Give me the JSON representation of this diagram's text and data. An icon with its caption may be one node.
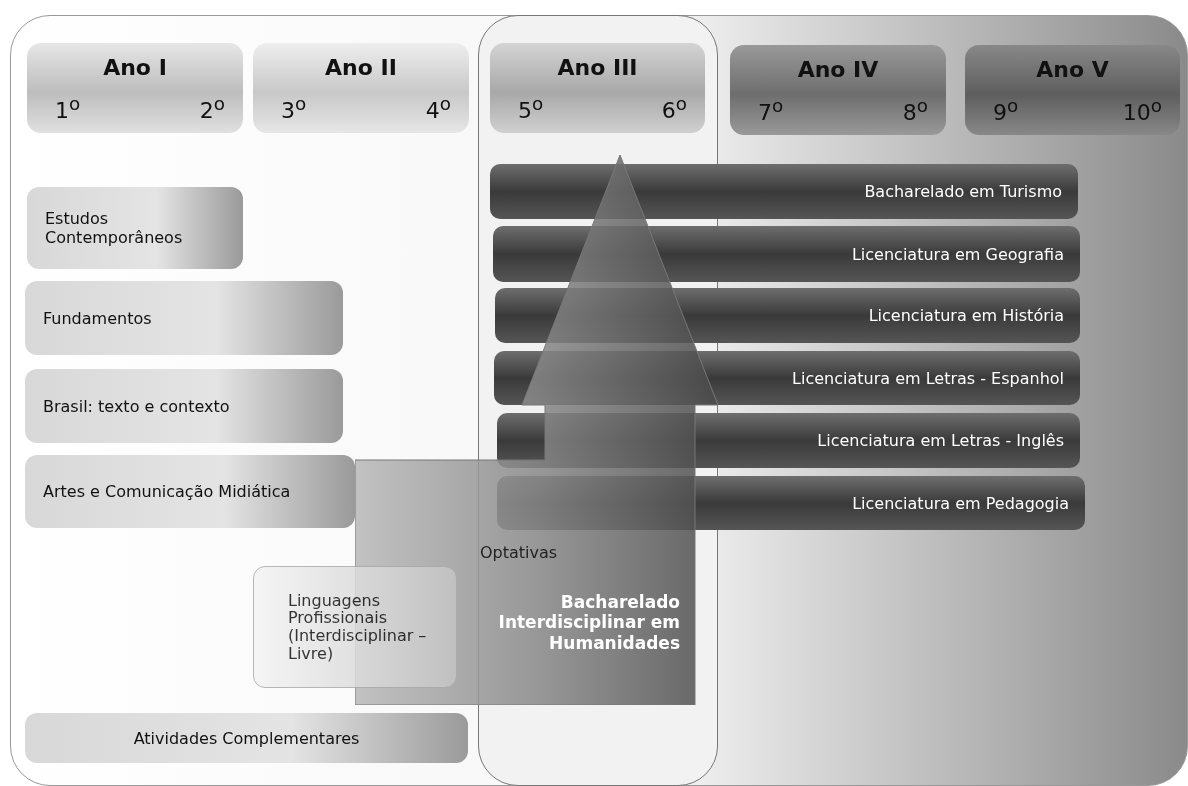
{
  "diagram": {
    "nodes": [
      {
        "text": [
          "Ano I",
          "1$^{o}$",
          "2$^{o}$"
        ]
      },
      {
        "text": [
          "Ano II",
          "3$^{o}$",
          "4$^{o}$"
        ]
      },
      {
        "text": [
          "Ano III",
          "5$^{o}$",
          "6$^{o}$"
        ]
      },
      {
        "text": [
          "Ano IV",
          "7$^{o}$",
          "8$^{o}$"
        ]
      },
      {
        "text": [
          "Ano V",
          "9$^{o}$",
          "10$^{o}$"
        ]
      },
      {
        "text": [
          "Estudos Contemporâneos"
        ]
      },
      {
        "text": [
          "Fundamentos"
        ]
      },
      {
        "text": [
          "Brasil: texto e contexto"
        ]
      },
      {
        "text": [
          "Artes e Comunicação Midiática"
        ]
      },
      {
        "text": [
          "Bacharelado em Turismo"
        ]
      },
      {
        "text": [
          "Licenciatura em Geografia"
        ]
      },
      {
        "text": [
          "Licenciatura em História"
        ]
      },
      {
        "text": [
          "Licenciatura em Letras - Espanhol"
        ]
      },
      {
        "text": [
          "Licenciatura em Letras - Inglês"
        ]
      },
      {
        "text": [
          "Licenciatura em Pedagogia"
        ]
      },
      {
        "text": [
          "Optativas",
          "Bacharelado Interdisciplinar em Humanidades"
        ]
      },
      {
        "text": [
          "Linguagens Profissionais (Interdisciplinar – Livre)"
        ]
      },
      {
        "text": [
          "Atividades Complementares"
        ]
      }
    ]
  }
}
